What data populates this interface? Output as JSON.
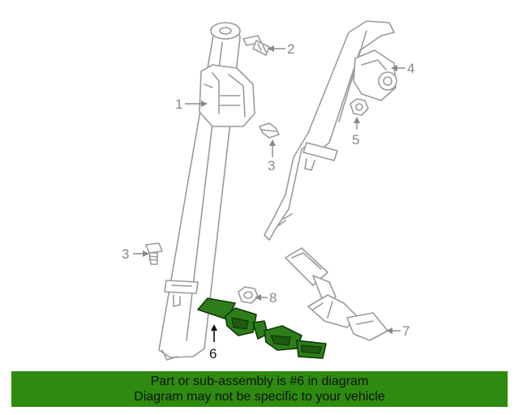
{
  "callouts": {
    "c1": "1",
    "c2": "2",
    "c3a": "3",
    "c3b": "3",
    "c4": "4",
    "c5": "5",
    "c6": "6",
    "c7": "7",
    "c8": "8"
  },
  "banner": {
    "line1": "Part or sub-assembly is #6 in diagram",
    "line2": "Diagram may not be specific to your vehicle"
  },
  "colors": {
    "highlight_part": "#2e7d1a",
    "banner": "#2e8b0f"
  }
}
